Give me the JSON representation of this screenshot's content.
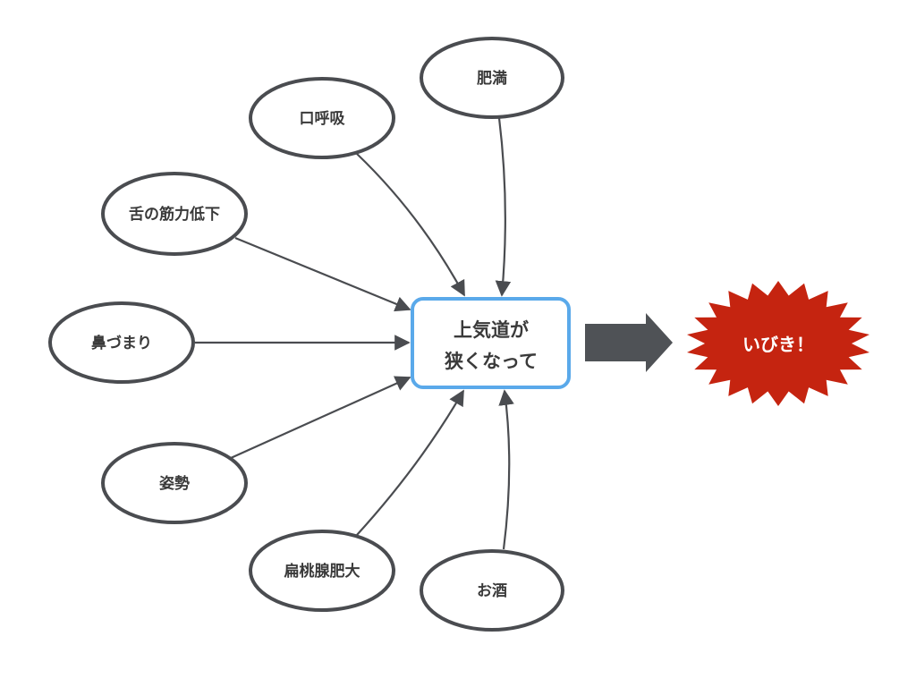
{
  "causes": [
    {
      "id": "himan",
      "label": "肥満"
    },
    {
      "id": "kokyu",
      "label": "口呼吸"
    },
    {
      "id": "shita",
      "label": "舌の筋力低下"
    },
    {
      "id": "hana",
      "label": "鼻づまり"
    },
    {
      "id": "shisei",
      "label": "姿勢"
    },
    {
      "id": "hento",
      "label": "扁桃腺肥大"
    },
    {
      "id": "osake",
      "label": "お酒"
    }
  ],
  "center": {
    "line1": "上気道が",
    "line2": "狭くなって"
  },
  "result": {
    "label": "いびき！"
  },
  "colors": {
    "node_stroke": "#4a4c50",
    "center_stroke": "#5aa9ea",
    "arrow": "#4a4c50",
    "big_arrow": "#4f5256",
    "burst": "#c52410",
    "text": "#3a3a3a"
  }
}
